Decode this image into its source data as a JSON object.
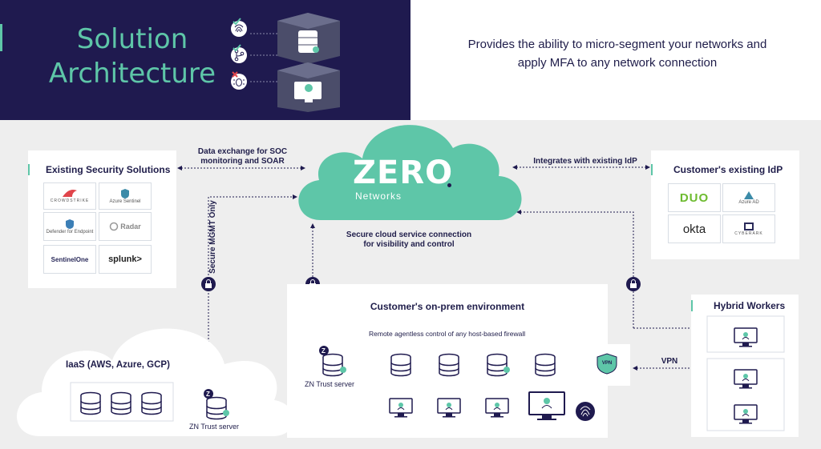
{
  "header": {
    "title_line1": "Solution",
    "title_line2": "Architecture",
    "tagline_line1": "Provides the ability to micro-segment your networks and",
    "tagline_line2": "apply MFA to any network connection"
  },
  "cloud": {
    "brand": "ZERO",
    "brand_sub": "Networks",
    "caption_line1": "Secure cloud service connection",
    "caption_line2": "for visibility and control"
  },
  "left_link": {
    "line1": "Data exchange for SOC",
    "line2": "monitoring and SOAR"
  },
  "right_link": {
    "label": "Integrates with existing IdP"
  },
  "mgmt_link": {
    "label": "Secure MGMT Only"
  },
  "security": {
    "title": "Existing Security Solutions",
    "logos": [
      "CROWDSTRIKE",
      "Azure Sentinel",
      "Defender for Endpoint",
      "Radar",
      "SentinelOne",
      "splunk>"
    ]
  },
  "idp": {
    "title": "Customer's existing IdP",
    "logos": [
      "DUO",
      "Azure AD",
      "okta",
      "CYBERARK"
    ]
  },
  "onprem": {
    "title": "Customer's on-prem environment",
    "remote_label": "Remote agentless control of any host-based firewall",
    "trust_label": "ZN Trust server"
  },
  "iaas": {
    "title": "IaaS (AWS, Azure, GCP)",
    "trust_label": "ZN Trust server"
  },
  "hybrid": {
    "title": "Hybrid Workers"
  },
  "vpn": {
    "badge": "VPN",
    "link_label": "VPN"
  },
  "colors": {
    "navy": "#1f1a4f",
    "teal": "#5ec6a8",
    "gray_bg": "#eeeeee"
  }
}
